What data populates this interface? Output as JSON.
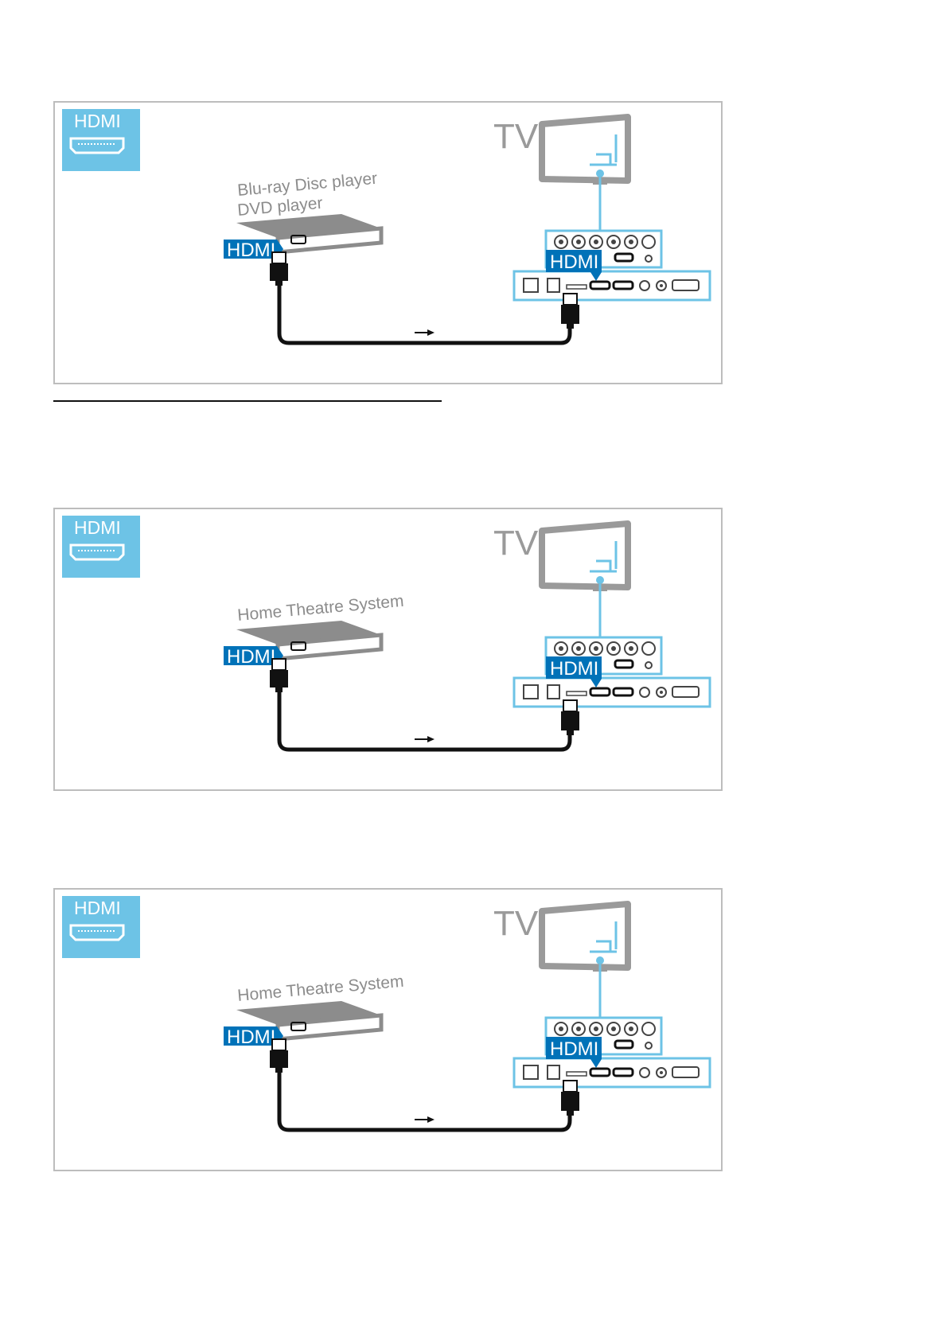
{
  "diagrams": [
    {
      "badge_label": "HDMI",
      "tv_label": "TV",
      "device_lines": [
        "Blu-ray Disc  player",
        "DVD player"
      ],
      "device_hdmi_label": "HDMI",
      "tv_hdmi_label": "HDMI"
    },
    {
      "badge_label": "HDMI",
      "tv_label": "TV",
      "device_lines": [
        "Home Theatre System"
      ],
      "device_hdmi_label": "HDMI",
      "tv_hdmi_label": "HDMI"
    },
    {
      "badge_label": "HDMI",
      "tv_label": "TV",
      "device_lines": [
        "Home Theatre System"
      ],
      "device_hdmi_label": "HDMI",
      "tv_hdmi_label": "HDMI"
    }
  ],
  "colors": {
    "badge_blue": "#6dc3e6",
    "hdmi_tag_blue": "#0072b8",
    "cable": "#111111",
    "tv_connector_line": "#6dc3e6",
    "device_gray": "#8c8c8c",
    "panel_outline": "#6dc3e6",
    "frame_border": "#bdbdbd"
  },
  "icons": {
    "badge": "hdmi-port-icon",
    "tv": "tv-monitor-icon",
    "device": "set-top-box-icon",
    "arrow": "arrow-right-icon"
  }
}
